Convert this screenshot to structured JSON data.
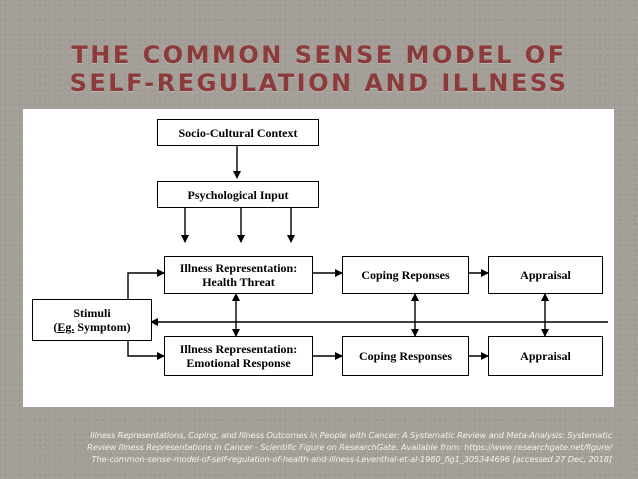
{
  "slide": {
    "title_line1": "THE COMMON SENSE MODEL OF",
    "title_line2": "SELF-REGULATION AND ILLNESS"
  },
  "diagram": {
    "nodes": {
      "socio_cultural": "Socio-Cultural Context",
      "psychological_input": "Psychological Input",
      "stimuli_line1": "Stimuli",
      "stimuli_line2_prefix": "(",
      "stimuli_line2_underlined": "Eg.",
      "stimuli_line2_rest": " Symptom)",
      "illness_health_line1": "Illness Representation:",
      "illness_health_line2": "Health Threat",
      "illness_emotional_line1": "Illness Representation:",
      "illness_emotional_line2": "Emotional Response",
      "coping_top": "Coping Reponses",
      "coping_bottom": "Coping Responses",
      "appraisal_top": "Appraisal",
      "appraisal_bottom": "Appraisal"
    }
  },
  "caption": {
    "line1": "Illness Representations, Coping, and Illness Outcomes in People with Cancer: A Systematic Review and Meta-Analysis: Systematic",
    "line2": "Review Illness Representations in Cancer - Scientific Figure on ResearchGate. Available from: https://www.researchgate.net/figure/",
    "line3": "The-common-sense-model-of-self-regulation-of-health-and-illness-Leventhal-et-al-1980_fig1_305344696 [accessed 27 Dec, 2018]"
  }
}
